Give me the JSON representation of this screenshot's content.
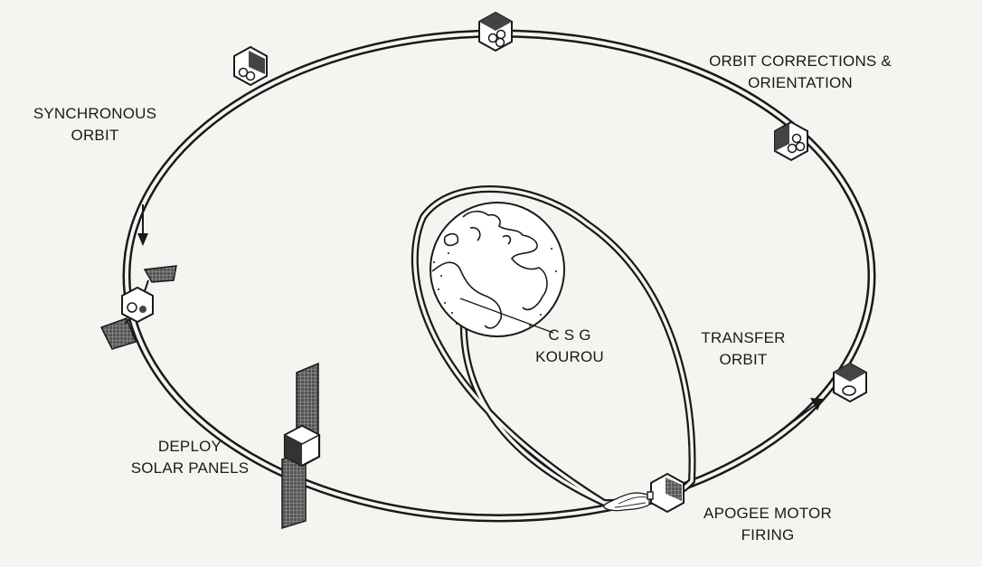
{
  "labels": {
    "synchronous_orbit": [
      "SYNCHRONOUS",
      "ORBIT"
    ],
    "orbit_corrections": [
      "ORBIT CORRECTIONS &",
      "ORIENTATION"
    ],
    "csg_kourou": [
      "C S G",
      "KOUROU"
    ],
    "transfer_orbit": [
      "TRANSFER",
      "ORBIT"
    ],
    "deploy_solar_panels": [
      "DEPLOY",
      "SOLAR PANELS"
    ],
    "apogee_motor_firing": [
      "APOGEE MOTOR",
      "FIRING"
    ]
  },
  "colors": {
    "background": "#f4f4f1",
    "ink": "#1a1a1a",
    "earth_fill": "#ffffff"
  }
}
